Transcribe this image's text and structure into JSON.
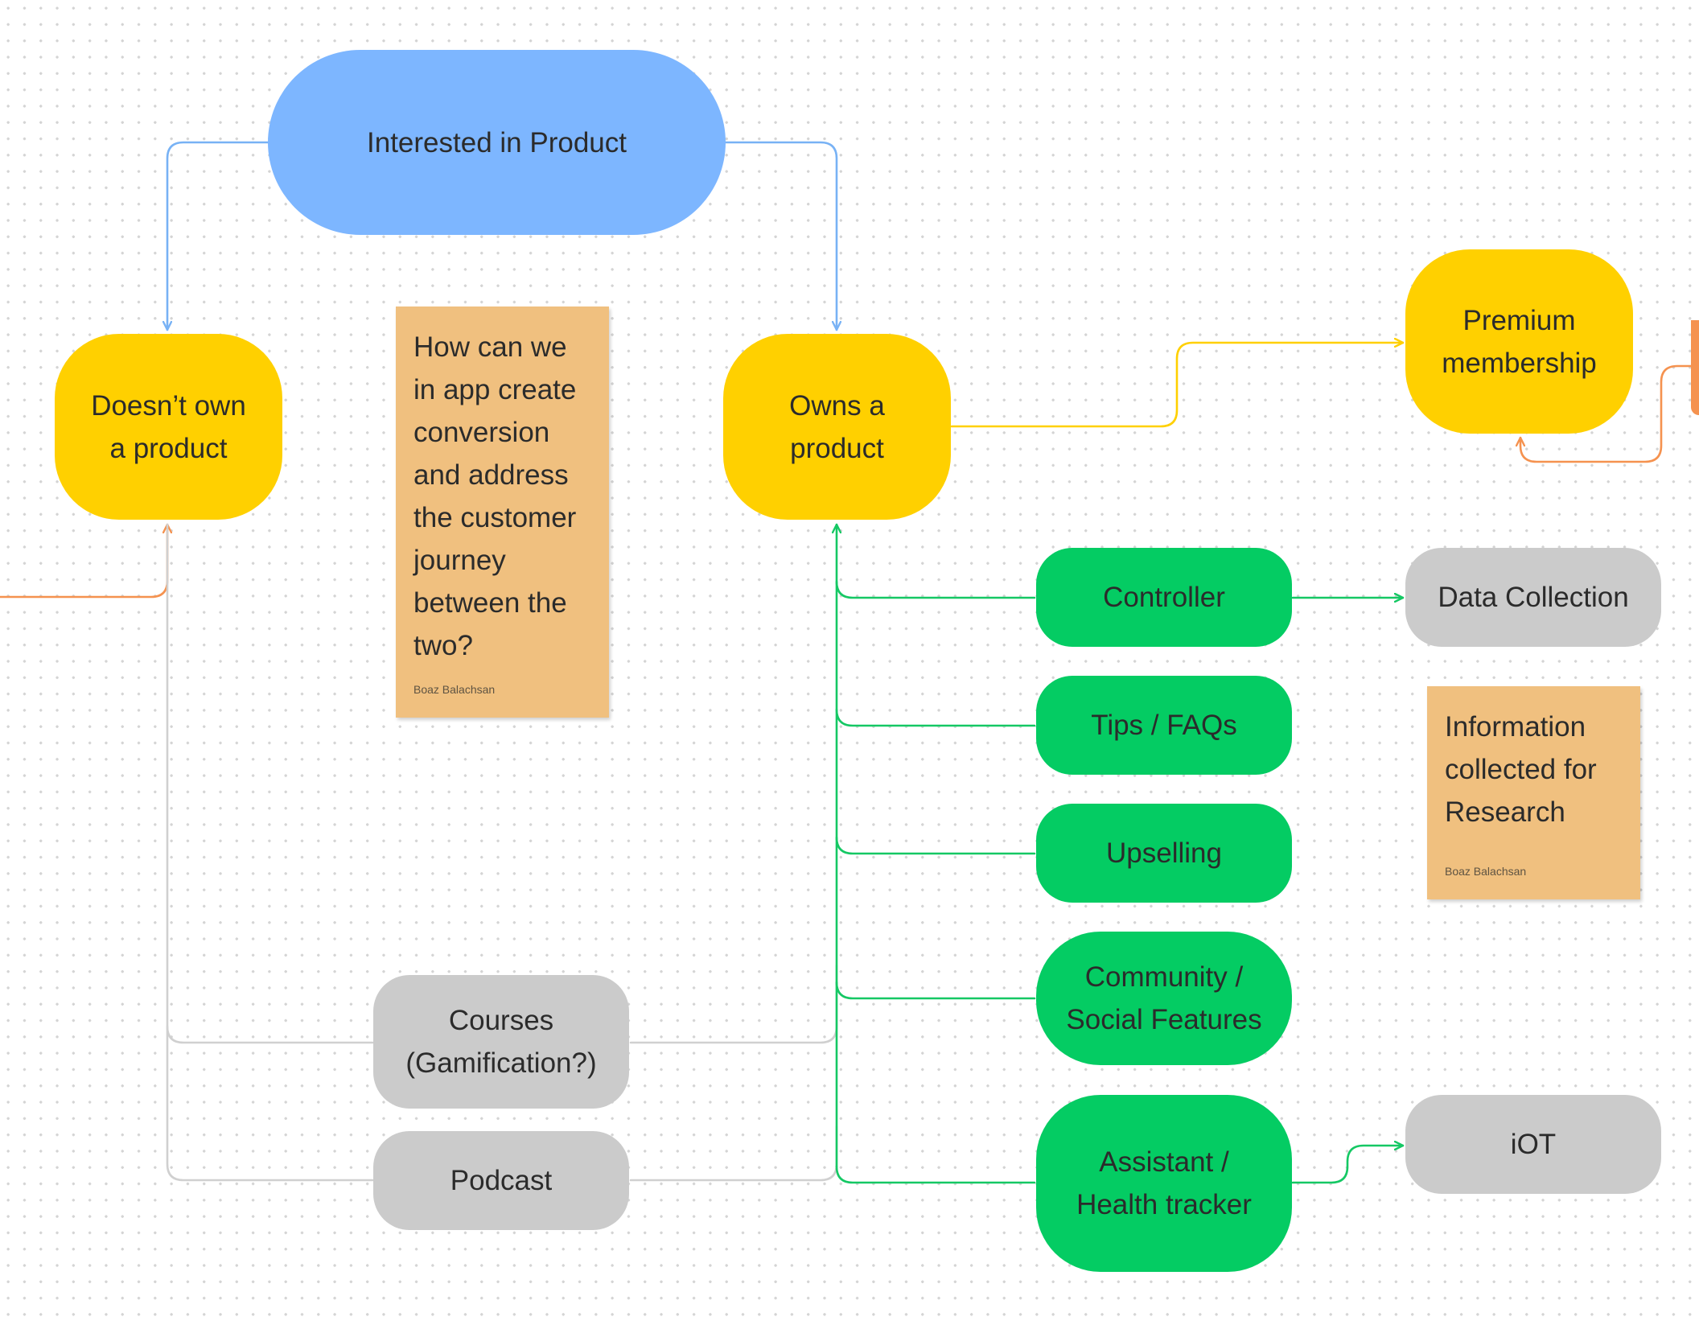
{
  "colors": {
    "blue_node": "#7db6ff",
    "yellow_node": "#ffd000",
    "green_node": "#04cc63",
    "gray_node": "#cbcbcb",
    "sticky_note": "#f0c07f",
    "orange_accent": "#f5924f",
    "blue_connector": "#78b2f5",
    "yellow_connector": "#ffd000",
    "green_connector": "#15c864",
    "gray_connector": "#d0d0d0",
    "orange_connector": "#f5924f"
  },
  "nodes": {
    "interested": "Interested in Product",
    "doesnt_own": "Doesn’t own\na product",
    "owns": "Owns a\nproduct",
    "premium": "Premium\nmembership",
    "controller": "Controller",
    "tips": "Tips / FAQs",
    "upselling": "Upselling",
    "community": "Community /\nSocial Features",
    "assistant": "Assistant /\nHealth tracker",
    "data_collection": "Data Collection",
    "iot": "iOT",
    "courses": "Courses\n(Gamification?)",
    "podcast": "Podcast"
  },
  "stickies": [
    {
      "text": "How can we\nin app create\nconversion\nand address\nthe customer\njourney\nbetween the\ntwo?",
      "author": "Boaz Balachsan"
    },
    {
      "text": "Information\ncollected for\nResearch",
      "author": "Boaz Balachsan"
    }
  ],
  "connectors": [
    {
      "from": "Interested in Product",
      "to": "Doesn’t own a product",
      "color": "blue"
    },
    {
      "from": "Interested in Product",
      "to": "Owns a product",
      "color": "blue"
    },
    {
      "from": "Owns a product",
      "to": "Premium membership",
      "color": "yellow"
    },
    {
      "from": "Controller",
      "to": "Owns a product",
      "color": "green"
    },
    {
      "from": "Tips / FAQs",
      "to": "Owns a product",
      "color": "green"
    },
    {
      "from": "Upselling",
      "to": "Owns a product",
      "color": "green"
    },
    {
      "from": "Community / Social Features",
      "to": "Owns a product",
      "color": "green"
    },
    {
      "from": "Assistant / Health tracker",
      "to": "Owns a product",
      "color": "green"
    },
    {
      "from": "Controller",
      "to": "Data Collection",
      "color": "green"
    },
    {
      "from": "Assistant / Health tracker",
      "to": "iOT",
      "color": "green"
    },
    {
      "from": "Courses (Gamification?)",
      "to": "Doesn’t own a product",
      "color": "gray"
    },
    {
      "from": "Podcast",
      "to": "Doesn’t own a product",
      "color": "gray"
    },
    {
      "from": "Courses (Gamification?)",
      "to": "Owns a product",
      "color": "gray"
    },
    {
      "from": "Podcast",
      "to": "Owns a product",
      "color": "gray"
    },
    {
      "from": "offscreen-left",
      "to": "Doesn’t own a product",
      "color": "orange"
    },
    {
      "from": "offscreen-right",
      "to": "Premium membership",
      "color": "orange"
    }
  ]
}
